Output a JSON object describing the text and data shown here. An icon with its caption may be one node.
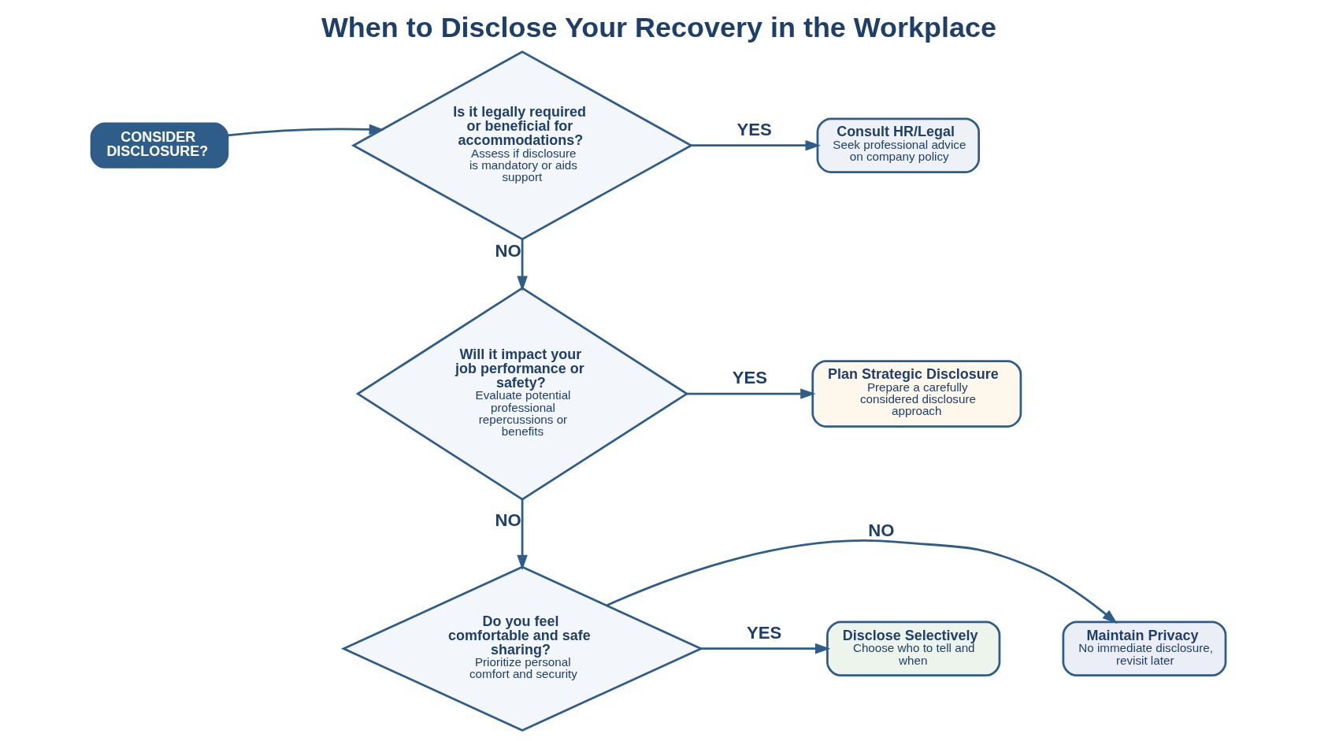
{
  "diagram": {
    "title": "When to Disclose Your Recovery in the Workplace",
    "nodes": [
      {
        "text": [
          "CONSIDER DISCLOSURE?"
        ]
      },
      {
        "text": [
          "Is it legally required or beneficial for accommodations?",
          "Assess if disclosure is mandatory or aids support"
        ]
      },
      {
        "text": [
          "Consult HR/Legal",
          "Seek professional advice on company policy"
        ]
      },
      {
        "text": [
          "Will it impact your job performance or safety?",
          "Evaluate potential professional repercussions or benefits"
        ]
      },
      {
        "text": [
          "Plan Strategic Disclosure",
          "Prepare a carefully considered disclosure approach"
        ]
      },
      {
        "text": [
          "Do you feel comfortable and safe sharing?",
          "Prioritize personal comfort and security"
        ]
      },
      {
        "text": [
          "Maintain Privacy",
          "No immediate disclosure, revisit later"
        ]
      },
      {
        "text": [
          "Disclose Selectively",
          "Choose who to tell and when"
        ]
      }
    ],
    "edges": [
      {
        "from": 0,
        "to": 1,
        "arrow": "to"
      },
      {
        "from": 1,
        "to": 2,
        "label": "YES",
        "arrow": "to"
      },
      {
        "from": 1,
        "to": 3,
        "label": "NO",
        "arrow": "to"
      },
      {
        "from": 3,
        "to": 4,
        "label": "YES",
        "arrow": "to"
      },
      {
        "from": 3,
        "to": 5,
        "label": "NO",
        "arrow": "to"
      },
      {
        "from": 5,
        "to": 7,
        "label": "YES",
        "arrow": "to"
      },
      {
        "from": 5,
        "to": 6,
        "label": "NO",
        "arrow": "to"
      }
    ]
  }
}
